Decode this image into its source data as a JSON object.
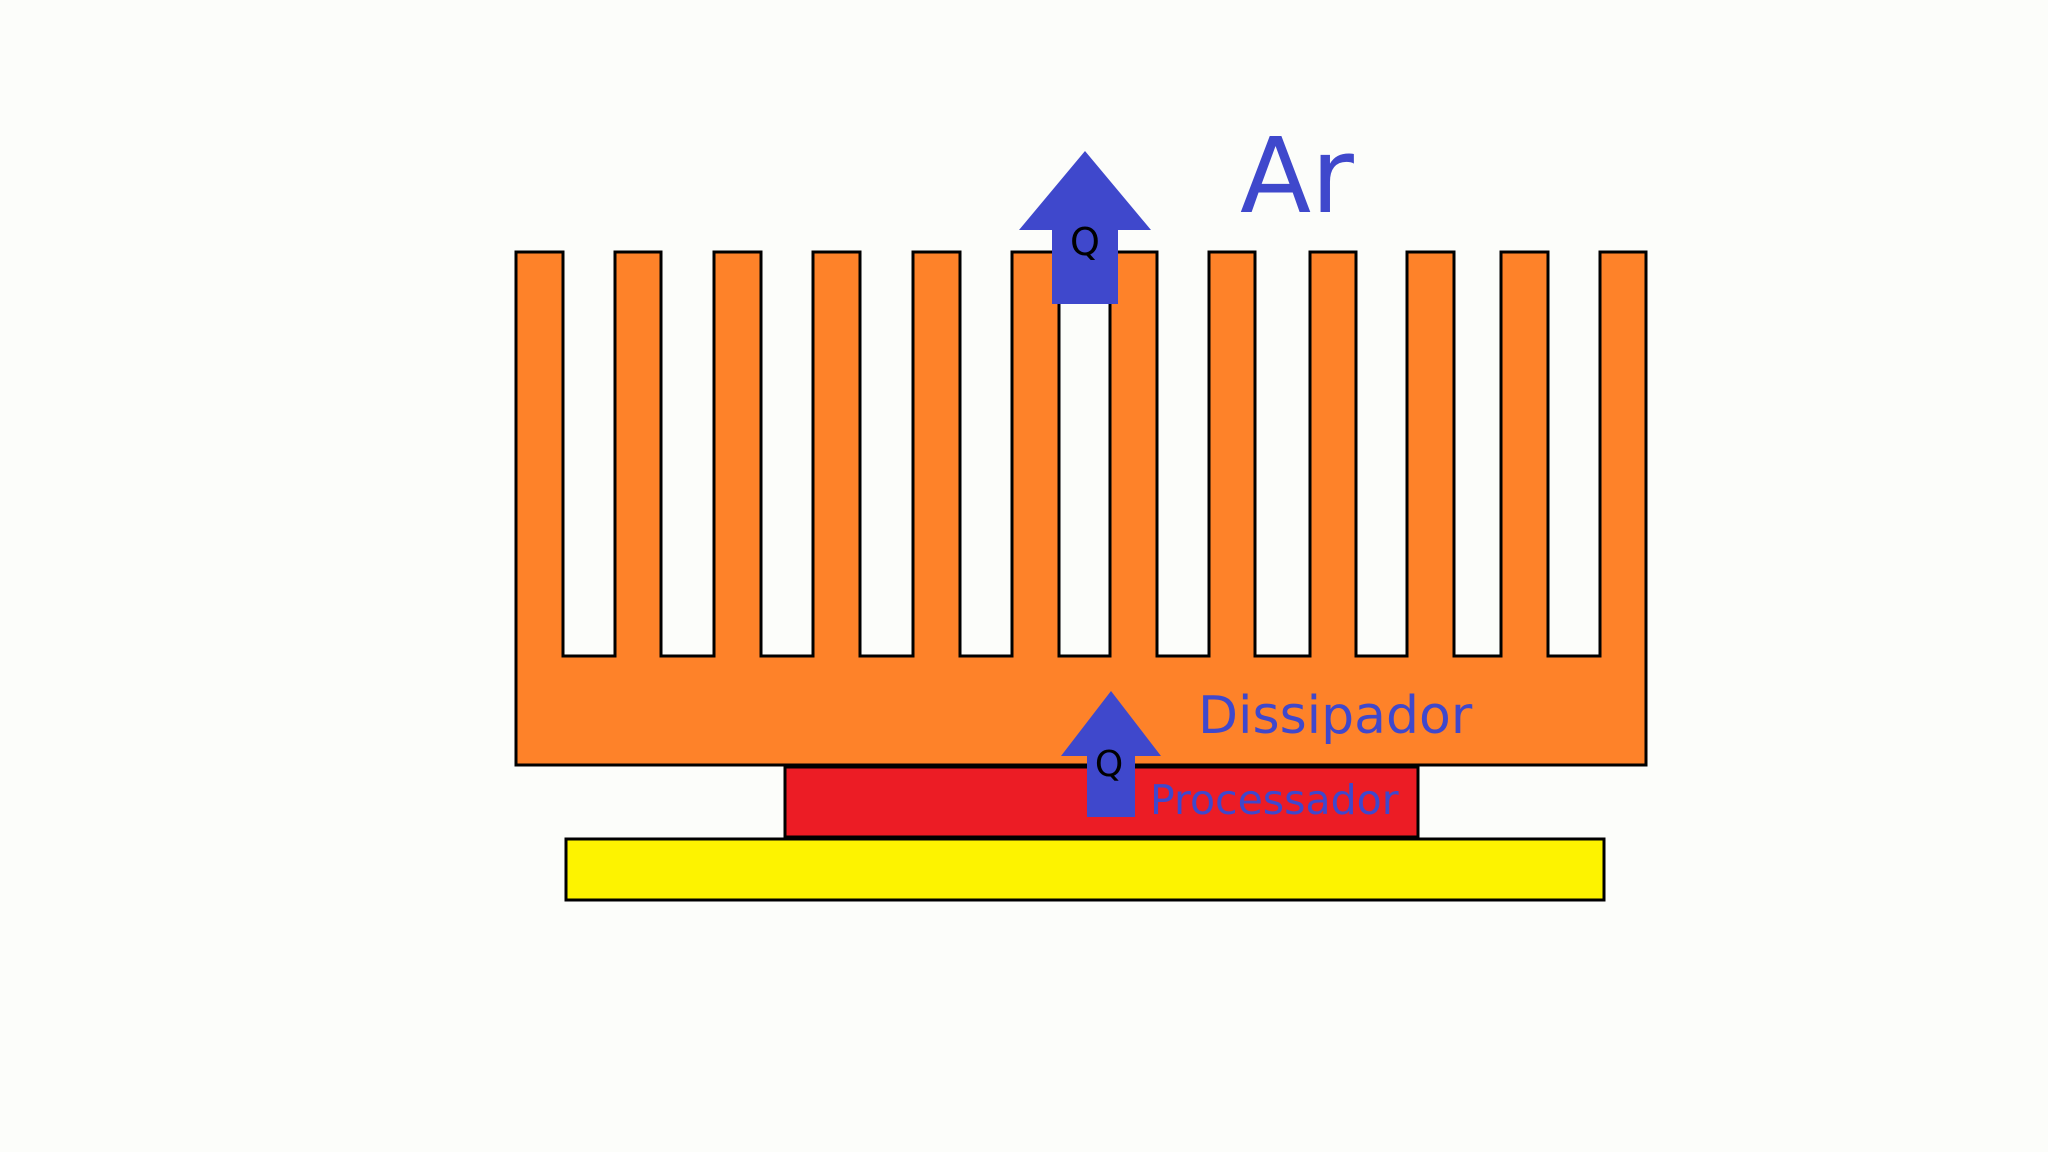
{
  "labels": {
    "air": "Ar",
    "heatsink": "Dissipador",
    "processor": "Processador",
    "heat_top": "Q",
    "heat_bottom": "Q"
  },
  "colors": {
    "background": "#fcfdfa",
    "heatsink": "#fe8229",
    "processor": "#ec1c25",
    "board": "#fdf300",
    "arrow": "#3f48cc",
    "label": "#3f48cc",
    "outline": "#000000"
  },
  "heatsink": {
    "fin_count": 12
  }
}
